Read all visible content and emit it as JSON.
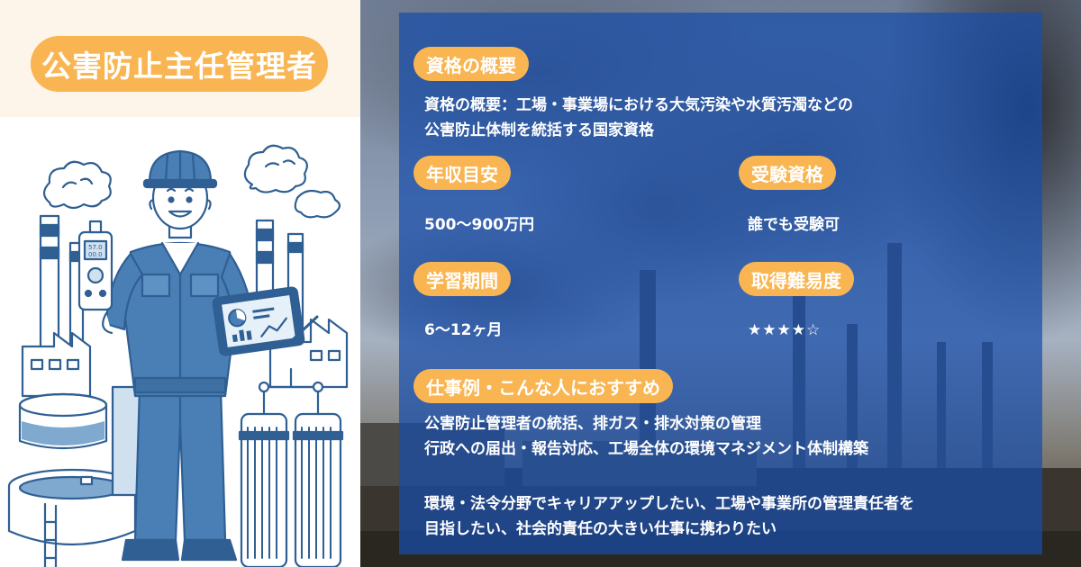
{
  "title": "公害防止主任管理者",
  "overview": {
    "label": "資格の概要",
    "lines": [
      "資格の概要：工場・事業場における大気汚染や水質汚濁などの",
      "公害防止体制を統括する国家資格"
    ]
  },
  "salary": {
    "label": "年収目安",
    "value": "500〜900万円"
  },
  "eligibility": {
    "label": "受験資格",
    "value": "誰でも受験可"
  },
  "study_period": {
    "label": "学習期間",
    "value": "6〜12ヶ月"
  },
  "difficulty": {
    "label": "取得難易度",
    "value": "★★★★☆",
    "rating": 4,
    "max": 5
  },
  "jobs": {
    "label": "仕事例・こんな人におすすめ",
    "examples": [
      "公害防止管理者の統括、排ガス・排水対策の管理",
      "行政への届出・報告対応、工場全体の環境マネジメント体制構築"
    ],
    "recommend": [
      "環境・法令分野でキャリアアップしたい、工場や事業所の管理責任者を",
      "目指したい、社会的責任の大きい仕事に携わりたい"
    ]
  },
  "device_readout": [
    "57.0",
    "00.0"
  ],
  "colors": {
    "accent": "#f9b552",
    "panel": "#184daa",
    "illustration_blue": "#2f5f93",
    "illustration_light": "#cfe0ef"
  },
  "icons": [
    "hard-hat-icon",
    "handheld-meter-icon",
    "tablet-chart-icon",
    "factory-icon",
    "tank-icon",
    "filter-column-icon"
  ]
}
